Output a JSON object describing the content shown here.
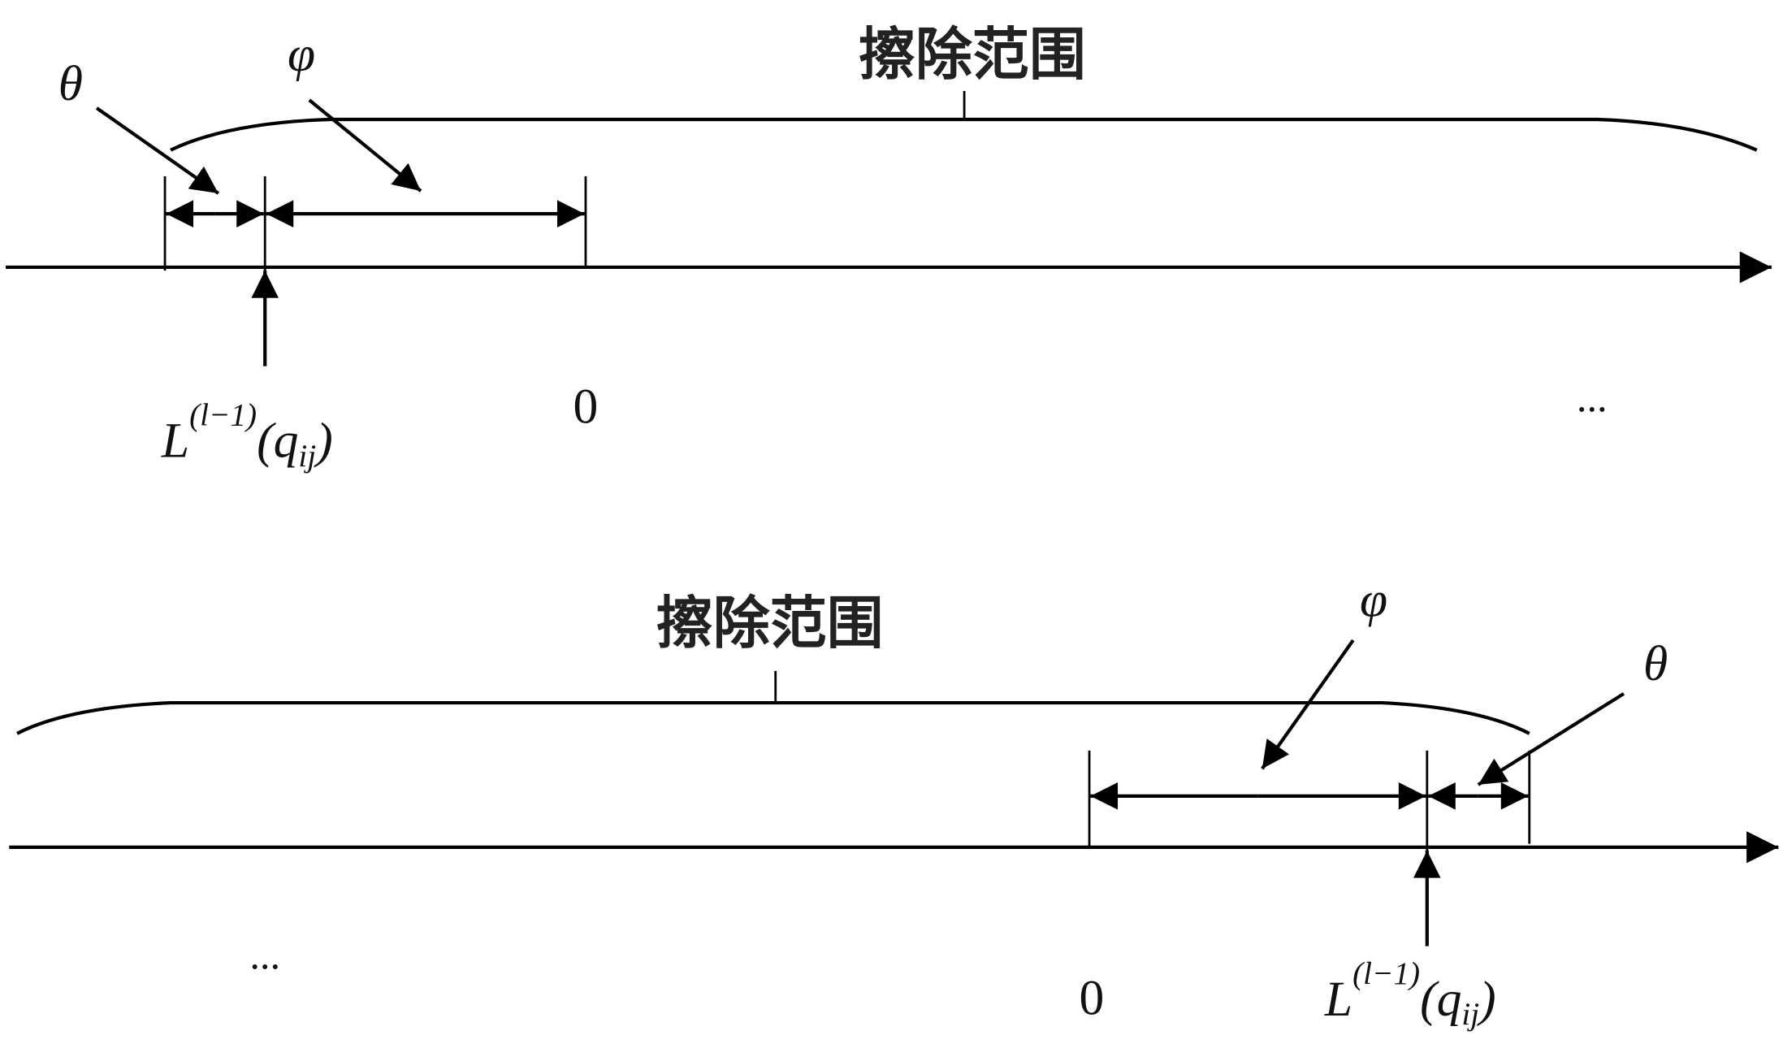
{
  "top_panel": {
    "range_label": "擦除范围",
    "theta": "θ",
    "phi": "φ",
    "zero": "0",
    "ellipsis": "...",
    "marker_label": {
      "base": "L",
      "sup": "(l−1)",
      "open": "(q",
      "sub": "ij",
      "close": ")"
    }
  },
  "bottom_panel": {
    "range_label": "擦除范围",
    "theta": "θ",
    "phi": "φ",
    "zero": "0",
    "ellipsis": "...",
    "marker_label": {
      "base": "L",
      "sup": "(l−1)",
      "open": "(q",
      "sub": "ij",
      "close": ")"
    }
  },
  "colors": {
    "ink": "#000000",
    "background": "#ffffff"
  }
}
